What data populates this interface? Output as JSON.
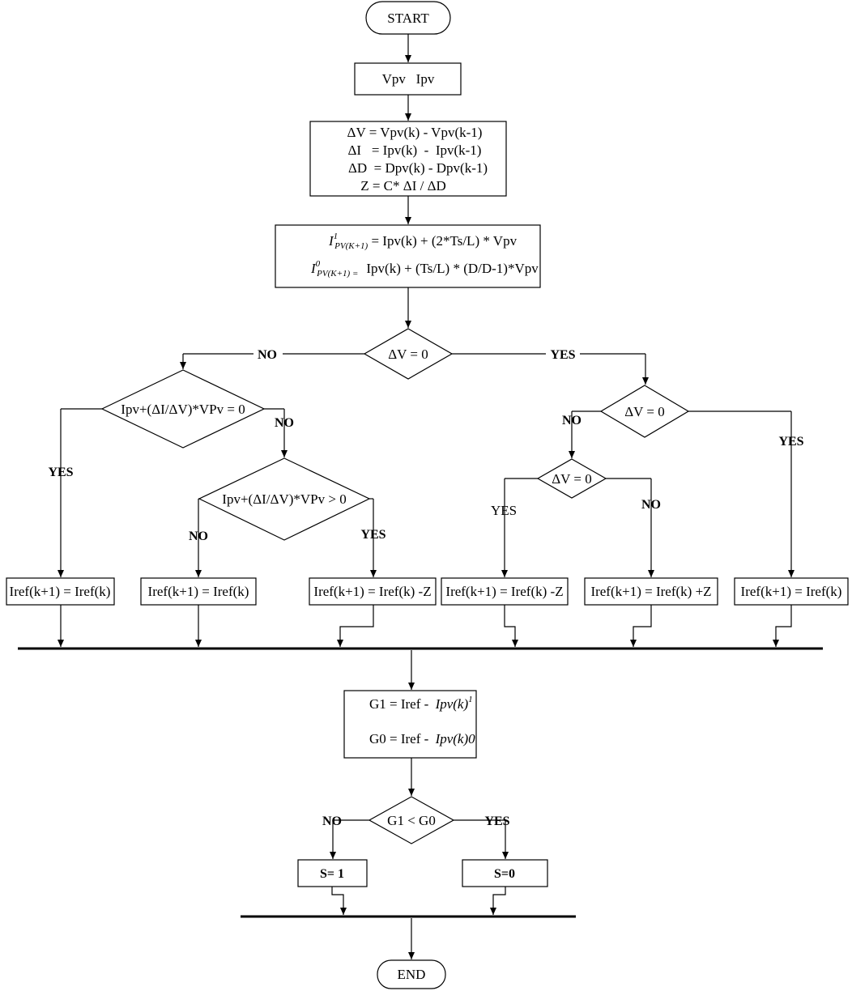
{
  "start": "START",
  "end": "END",
  "input": "Vpv   Ipv",
  "deltas": {
    "line1": "ΔV = Vpv(k) - Vpv(k-1)",
    "line2": "ΔI   = Ipv(k)  -  Ipv(k-1)",
    "line3": "ΔD  = Dpv(k) - Dpv(k-1)",
    "line4": "Z = C* ΔI / ΔD"
  },
  "predict": {
    "l1_base": "I",
    "l1_sup": "1",
    "l1_sub": "PV(K+1)",
    "l1_rhs": " = Ipv(k) + (2*Ts/L) * Vpv",
    "l2_base": "I",
    "l2_sup": "0",
    "l2_sub": "PV(K+1) =",
    "l2_rhs": "Ipv(k) + (Ts/L) * (D/D-1)*Vpv"
  },
  "dec_top": "ΔV = 0",
  "dec_left1": "Ipv+(ΔI/ΔV)*VPv = 0",
  "dec_left2": "Ipv+(ΔI/ΔV)*VPv > 0",
  "dec_right1": "ΔV = 0",
  "dec_right2": "ΔV = 0",
  "labels": {
    "no": "NO",
    "yes": "YES"
  },
  "actions": {
    "a1": "Iref(k+1) = Iref(k)",
    "a2": "Iref(k+1) = Iref(k)",
    "a3": "Iref(k+1) = Iref(k) -Z",
    "a4": "Iref(k+1) = Iref(k) -Z",
    "a5": "Iref(k+1) = Iref(k) +Z",
    "a6": "Iref(k+1) = Iref(k)"
  },
  "cost": {
    "g1_prefix": "G1 = Iref - ",
    "g1_term": "Ipv(k)",
    "g1_sup": "1",
    "g0_prefix": "G0 = Iref - ",
    "g0_term": "Ipv(k)0"
  },
  "dec_cost": "G1 < G0",
  "s1": "S= 1",
  "s0": "S=0"
}
